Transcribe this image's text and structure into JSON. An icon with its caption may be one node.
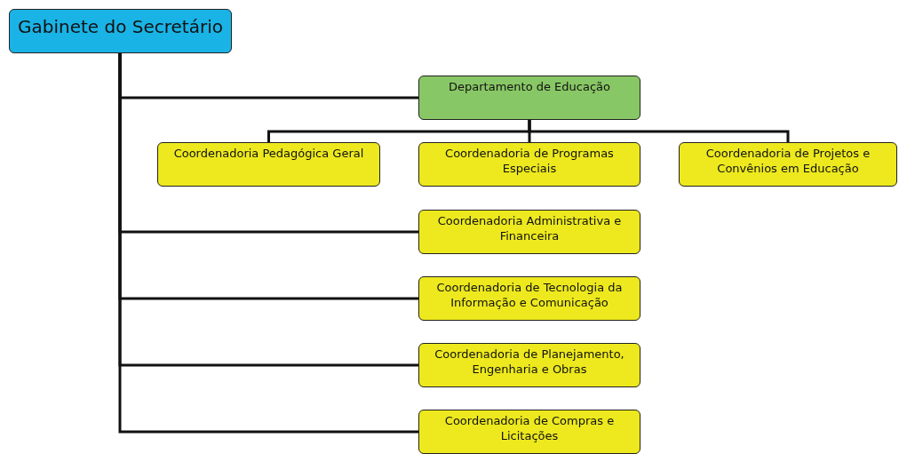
{
  "diagram": {
    "nodes": [
      {
        "text": [
          "Gabinete do Secretário"
        ]
      },
      {
        "text": [
          "Departamento de Educação"
        ]
      },
      {
        "text": [
          "Coordenadoria Pedagógica Geral"
        ]
      },
      {
        "text": [
          "Coordenadoria de Programas Especiais"
        ]
      },
      {
        "text": [
          "Coordenadoria de Projetos e Convênios em Educação"
        ]
      },
      {
        "text": [
          "Coordenadoria Administrativa e Financeira"
        ]
      },
      {
        "text": [
          "Coordenadoria de Tecnologia da Informação e Comunicação"
        ]
      },
      {
        "text": [
          "Coordenadoria de Planejamento, Engenharia e Obras"
        ]
      },
      {
        "text": [
          "Coordenadoria de Compras e Licitações"
        ]
      }
    ],
    "edges": [
      {
        "from": 0,
        "to": 1,
        "arrow": "none"
      },
      {
        "from": 1,
        "to": 2,
        "arrow": "none"
      },
      {
        "from": 1,
        "to": 3,
        "arrow": "none"
      },
      {
        "from": 1,
        "to": 4,
        "arrow": "none"
      },
      {
        "from": 0,
        "to": 5,
        "arrow": "none"
      },
      {
        "from": 0,
        "to": 6,
        "arrow": "none"
      },
      {
        "from": 0,
        "to": 7,
        "arrow": "none"
      },
      {
        "from": 0,
        "to": 8,
        "arrow": "none"
      }
    ]
  }
}
